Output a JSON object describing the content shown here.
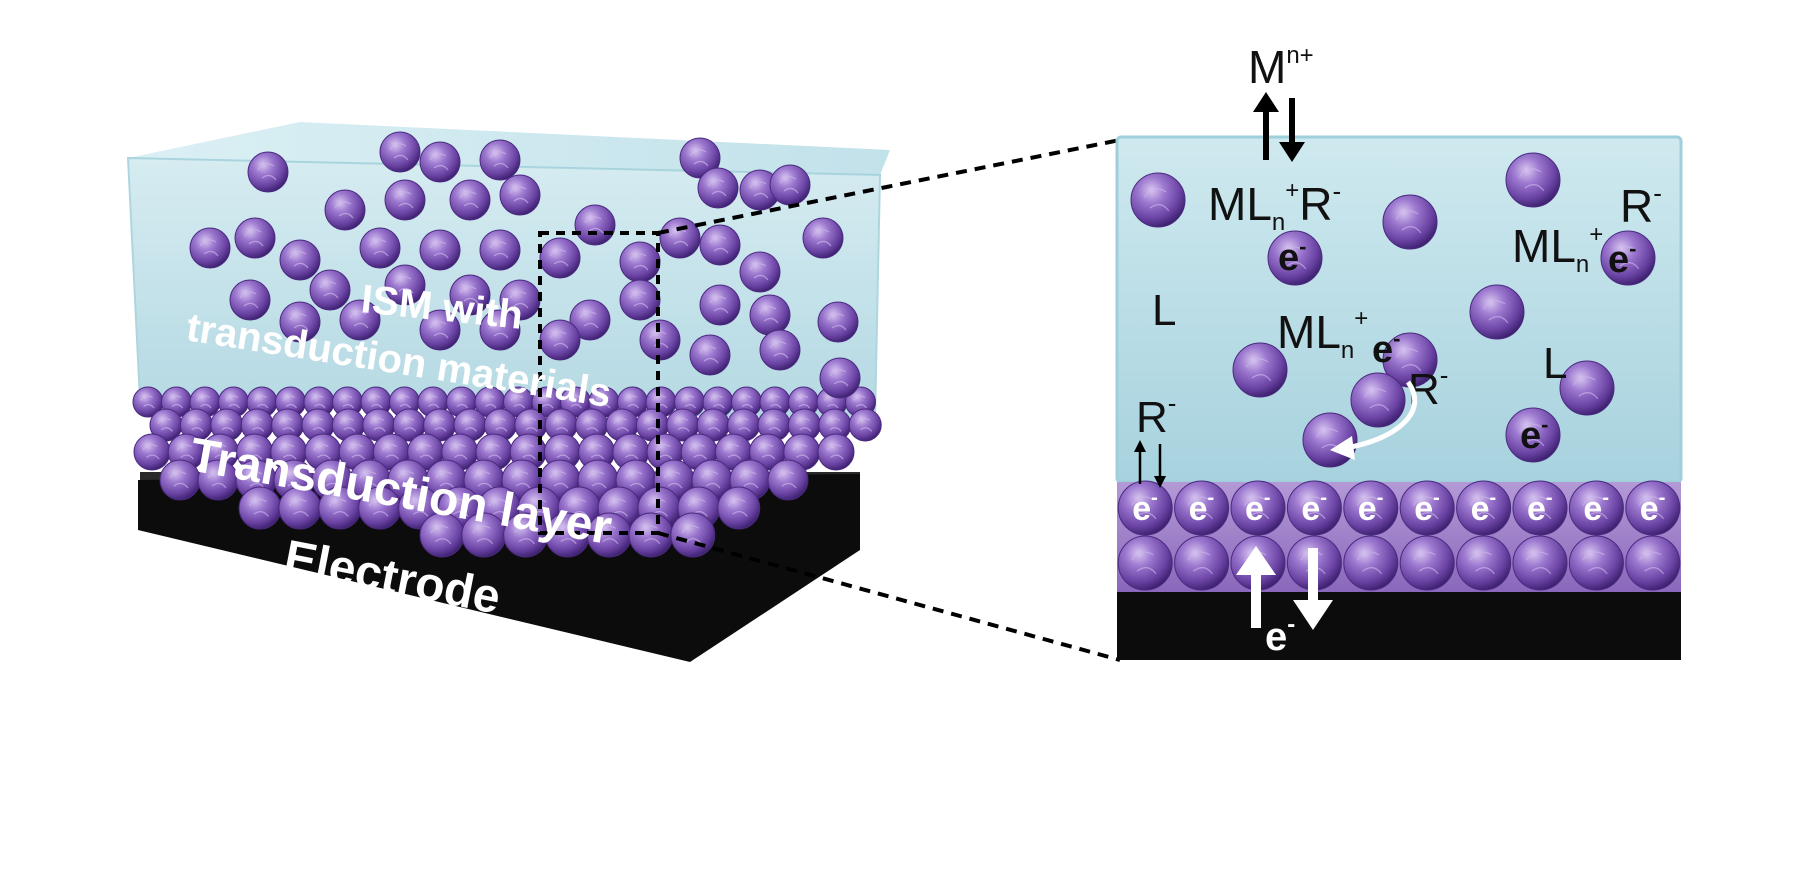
{
  "left_panel": {
    "label_ism_line1": "ISM with",
    "label_ism_line2": "transduction materials",
    "label_transduction_layer": "Transduction layer",
    "label_electrode": "Electrode"
  },
  "right_panel": {
    "ion_M": "M",
    "ion_M_charge": "n+",
    "complex_top_left": {
      "main": "ML",
      "sub": "n",
      "sup": "+",
      "tail": "R",
      "tail_sup": "-"
    },
    "complex_top_right": {
      "main": "ML",
      "sub": "n",
      "sup": "+",
      "tail": "R",
      "tail_sup": "-",
      "e": "e",
      "e_sup": "-"
    },
    "complex_middle": {
      "main": "ML",
      "sub": "n",
      "sup": "+",
      "e": "e",
      "e_sup": "-"
    },
    "ligand_L1": "L",
    "ligand_L2": "L",
    "anion_R_middle": "R",
    "anion_R_middle_sup": "-",
    "anion_R_left": "R",
    "anion_R_left_sup": "-",
    "electron_e": "e",
    "electron_e_sup": "-",
    "electron_bottom": "e",
    "electron_bottom_sup": "-",
    "layer_electron_count": 10
  },
  "colors": {
    "liquid": "#b9dde6",
    "liquid_edge": "#8fc3d1",
    "sphere": "#7a55b0",
    "sphere_light": "#b99ae0",
    "sphere_dark": "#3f2370",
    "electrode": "#0c0c0c",
    "layer_band": "#9a78c4"
  },
  "icons": [
    "dashed-zoom-connector",
    "double-arrow-icon",
    "curved-arrow-icon"
  ]
}
